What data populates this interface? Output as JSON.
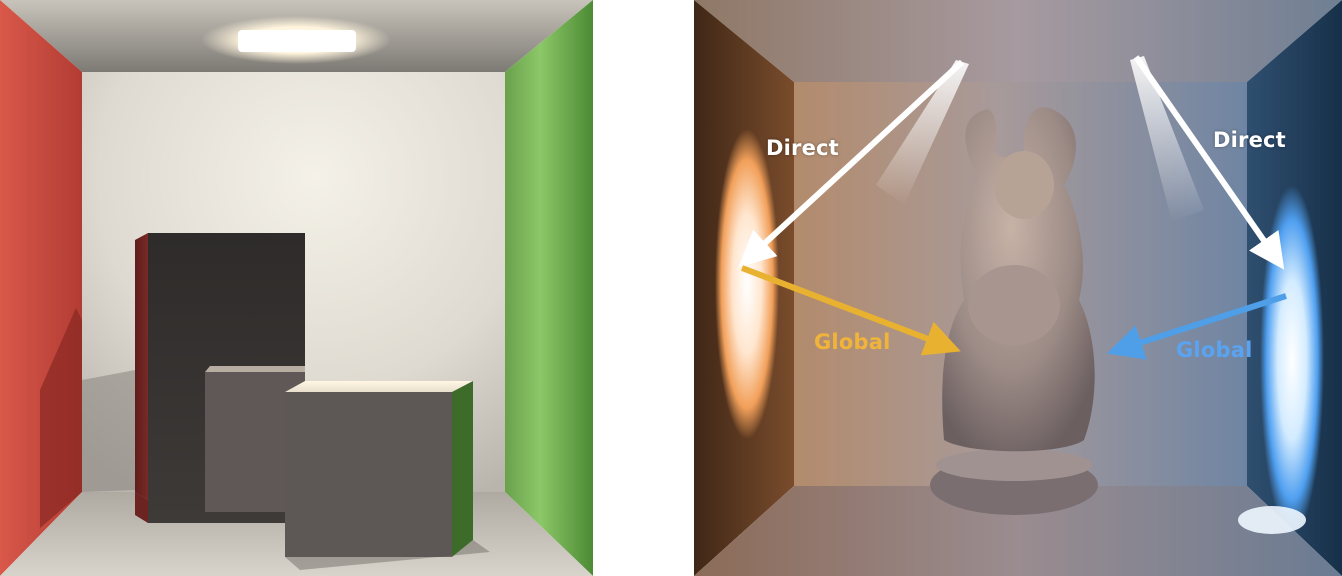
{
  "colors": {
    "red_wall": "#c8463c",
    "green_wall": "#4f9a3a",
    "back_wall": "#e8e4dc",
    "warm_light": "#f2a94a",
    "cool_light": "#4f9ff0",
    "direct_arrow": "#ffffff",
    "global_left_arrow": "#e8b230",
    "global_right_arrow": "#4f9ee8"
  },
  "right_scene": {
    "labels": {
      "direct_left": "Direct",
      "direct_right": "Direct",
      "global_left": "Global",
      "global_right": "Global"
    }
  }
}
